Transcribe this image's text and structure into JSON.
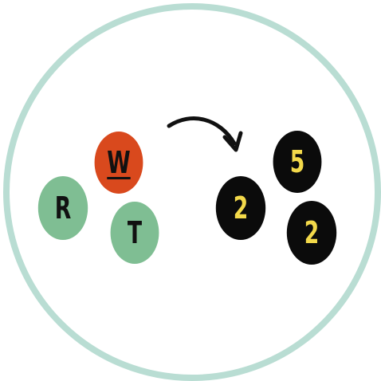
{
  "letters": {
    "w": "W",
    "r": "R",
    "t": "T"
  },
  "numbers": {
    "top": "5",
    "left": "2",
    "right": "2"
  },
  "colors": {
    "ring": "#b9ddd3",
    "green_token": "#7fbe93",
    "orange_token": "#d9491d",
    "black_token": "#0b0b0b",
    "number_text": "#f3d94a"
  },
  "icons": {
    "arrow": "curved-arrow-icon"
  }
}
